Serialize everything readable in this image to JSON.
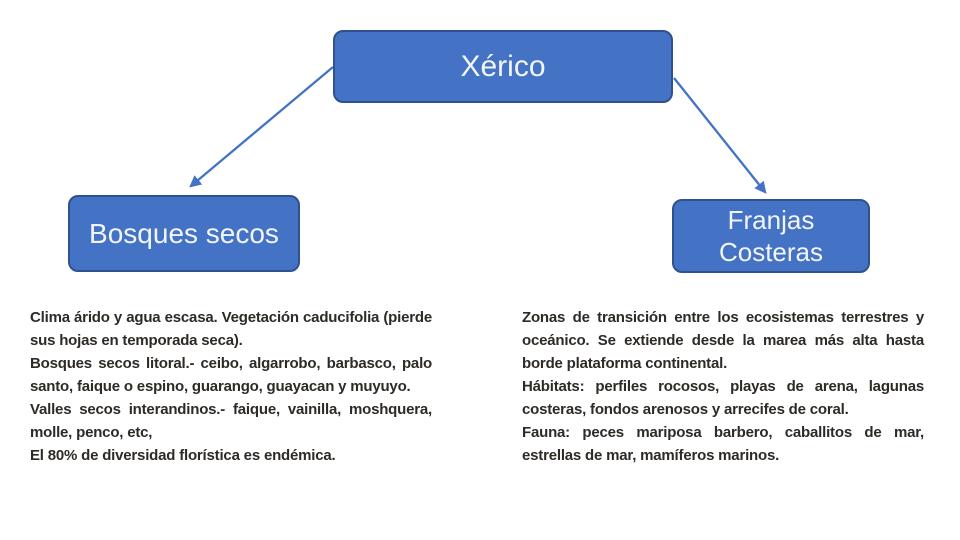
{
  "slide": {
    "nodes": {
      "root": {
        "label": "Xérico"
      },
      "left": {
        "label": "Bosques secos"
      },
      "right": {
        "label": "Franjas\nCosteras"
      }
    },
    "left_panel": {
      "paragraphs": [
        "Clima árido y agua escasa. Vegetación caducifolia (pierde sus hojas en temporada seca).",
        "Bosques secos litoral.- ceibo, algarrobo, barbasco, palo santo, faique o espino, guarango, guayacan y muyuyo.",
        "Valles secos interandinos.- faique, vainilla, moshquera, molle, penco, etc,",
        "El 80% de diversidad florística es endémica."
      ]
    },
    "right_panel": {
      "paragraphs": [
        "Zonas de transición entre los ecosistemas terrestres y oceánico. Se extiende desde la marea más alta hasta borde plataforma continental.",
        "Hábitats: perfiles rocosos, playas de arena, lagunas costeras, fondos arenosos y arrecifes de coral.",
        "Fauna: peces mariposa barbero, caballitos de mar, estrellas de mar, mamíferos marinos."
      ]
    },
    "colors": {
      "node_fill": "#4472C4",
      "node_border": "#2F528F",
      "node_text": "#F2F5FA",
      "connector": "#4472C4",
      "body_text": "#2E2A26",
      "background": "#FFFFFF"
    }
  }
}
